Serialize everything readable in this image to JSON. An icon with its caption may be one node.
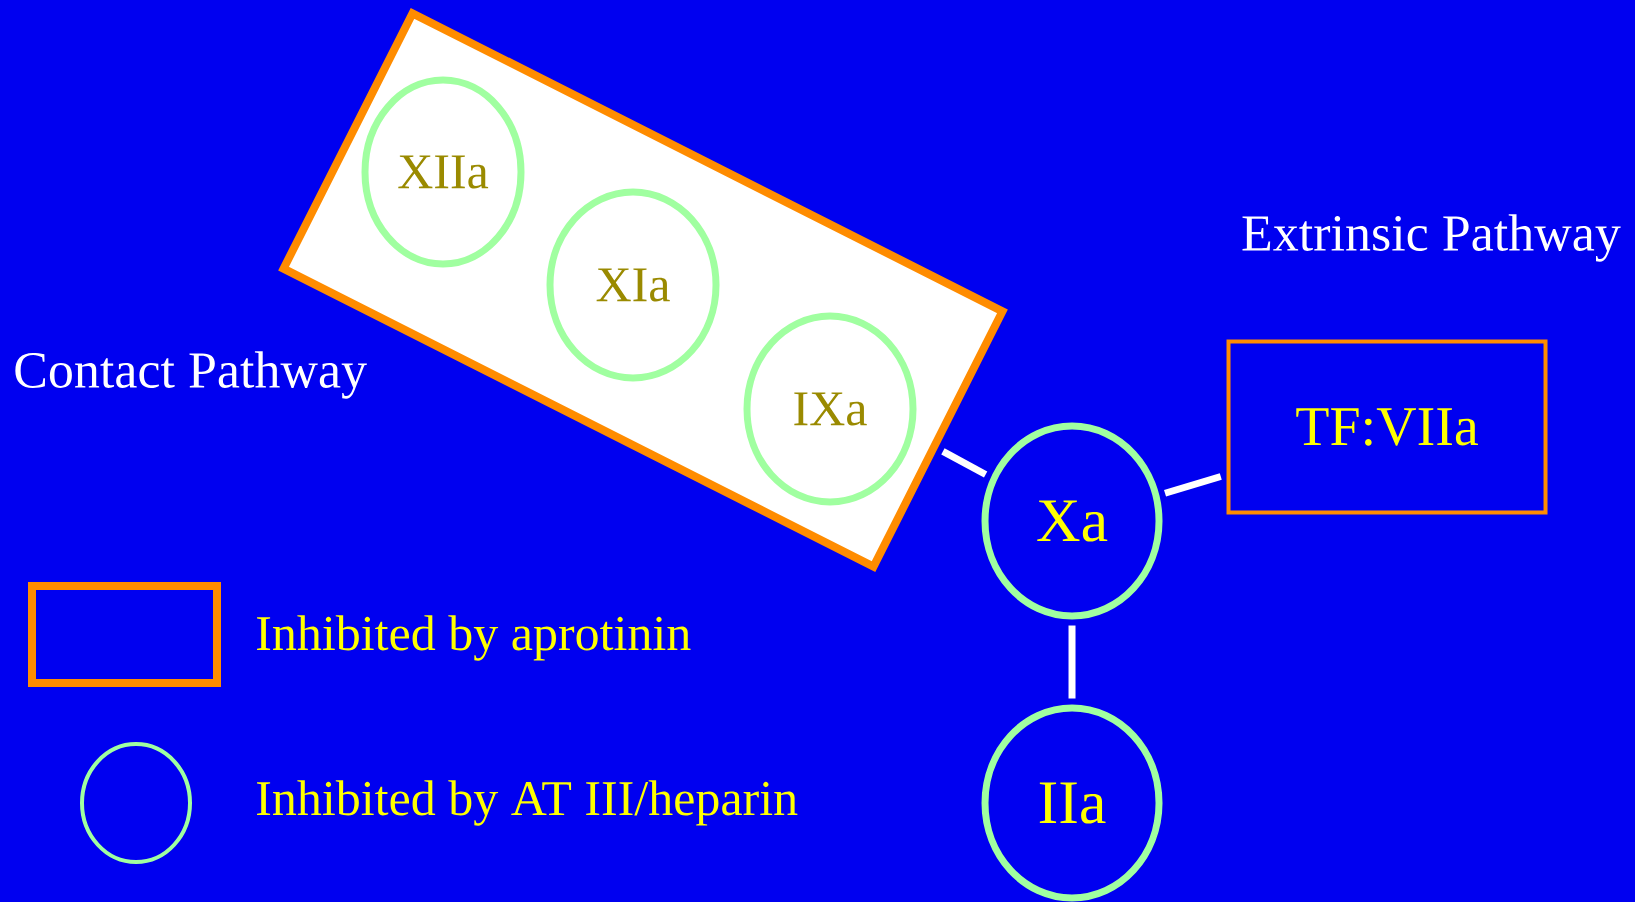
{
  "diagram": {
    "nodes": [
      {
        "text": [],
        "shape": "box"
      },
      {
        "text": [
          "XIIa"
        ],
        "in": 0
      },
      {
        "text": [
          "XIa"
        ],
        "in": 0
      },
      {
        "text": [
          "IXa"
        ],
        "in": 0
      },
      {
        "text": [
          "Xa"
        ]
      },
      {
        "text": [
          "TF:VIIa"
        ]
      },
      {
        "text": [
          "IIa"
        ]
      }
    ],
    "edges": [
      {
        "from": 0,
        "to": 4,
        "arrow": "none"
      },
      {
        "from": 5,
        "to": 4,
        "arrow": "none"
      },
      {
        "from": 4,
        "to": 6,
        "arrow": "none"
      }
    ],
    "labels": [
      "Contact Pathway",
      "Extrinsic Pathway"
    ],
    "legend": [
      {
        "text": "Inhibited by aprotinin"
      },
      {
        "text": "Inhibited by AT III/heparin"
      }
    ]
  }
}
